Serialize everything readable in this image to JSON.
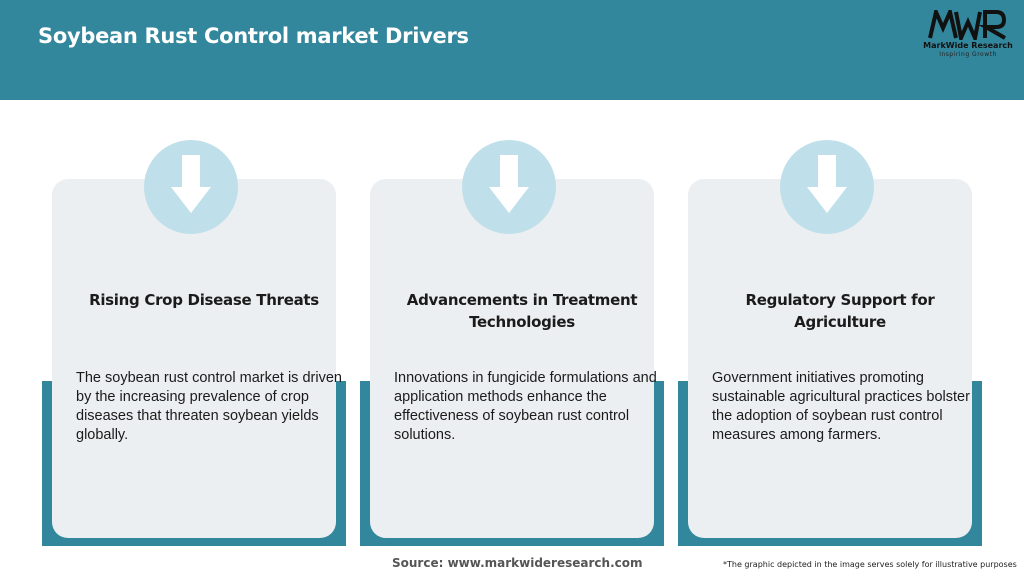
{
  "header": {
    "title": "Soybean Rust Control market Drivers",
    "background_color": "#33879c"
  },
  "logo": {
    "mark": "MWR",
    "name": "MarkWide Research",
    "tagline": "Inspiring Growth"
  },
  "cards": [
    {
      "icon": "arrow-down-icon",
      "title": "Rising Crop Disease Threats",
      "description": "The soybean rust control market is driven by the increasing prevalence of crop diseases that threaten soybean yields globally."
    },
    {
      "icon": "arrow-down-icon",
      "title": "Advancements in Treatment Technologies",
      "description": "Innovations in fungicide formulations and application methods enhance the effectiveness of soybean rust control solutions."
    },
    {
      "icon": "arrow-down-icon",
      "title": "Regulatory Support for Agriculture",
      "description": "Government initiatives promoting sustainable agricultural practices bolster the adoption of soybean rust control measures among farmers."
    }
  ],
  "footer": {
    "source": "Source: www.markwideresearch.com",
    "disclaimer": "*The graphic depicted in the image serves solely for illustrative purposes"
  },
  "colors": {
    "accent": "#33879c",
    "card_background": "#eceff1",
    "icon_circle": "#bfe0ea"
  }
}
